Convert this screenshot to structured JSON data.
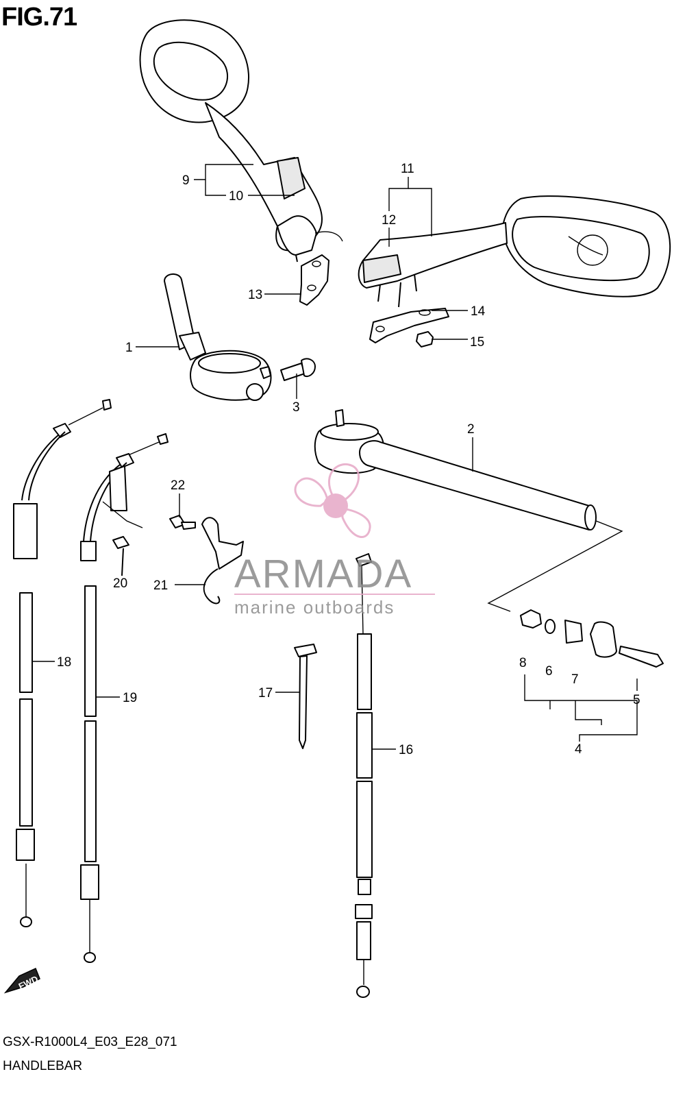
{
  "figure": {
    "title": "FIG.71",
    "model_code": "GSX-R1000L4_E03_E28_071",
    "caption": "HANDLEBAR"
  },
  "callouts": [
    "1",
    "2",
    "3",
    "4",
    "5",
    "6",
    "7",
    "8",
    "9",
    "10",
    "11",
    "12",
    "13",
    "14",
    "15",
    "16",
    "17",
    "18",
    "19",
    "20",
    "21",
    "22"
  ],
  "orientation_badge": "FWD",
  "watermark": {
    "brand": "ARMADA",
    "tagline": "marine outboards",
    "colors": {
      "logo": "#e6a8c6",
      "text": "#8a8a8a"
    }
  }
}
